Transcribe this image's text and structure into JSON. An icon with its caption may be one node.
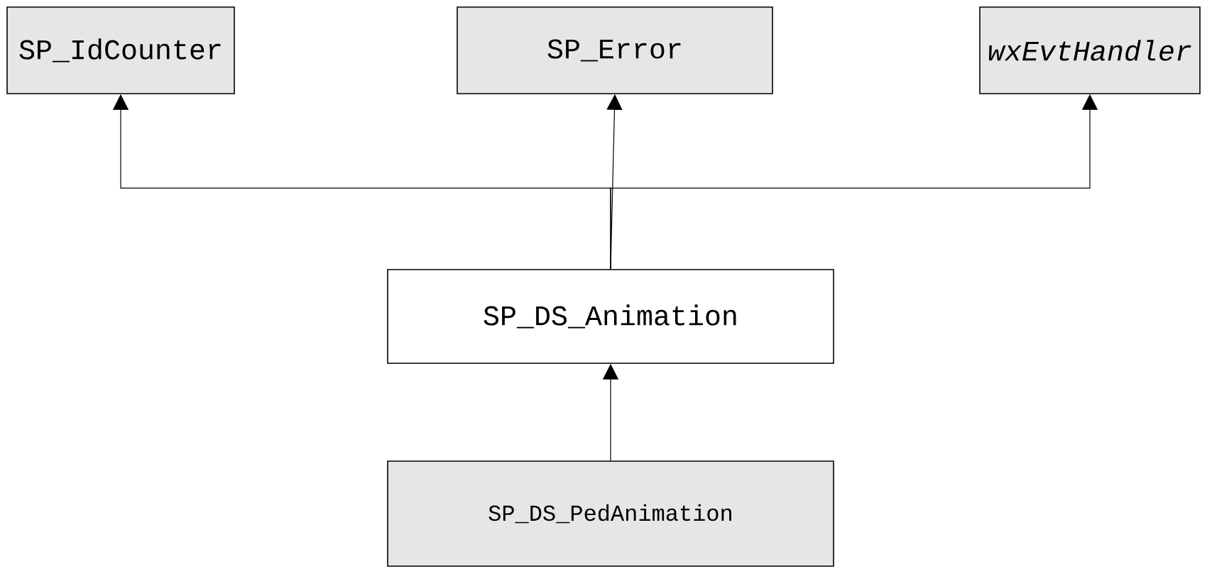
{
  "diagram": {
    "nodes": [
      {
        "text": [
          "SP_IdCounter"
        ]
      },
      {
        "text": [
          "SP_Error"
        ]
      },
      {
        "text": [
          "wxEvtHandler"
        ]
      },
      {
        "text": [
          "SP_DS_Animation"
        ]
      },
      {
        "text": [
          "SP_DS_PedAnimation"
        ]
      }
    ],
    "edges": [
      {
        "from": 3,
        "to": 0,
        "arrow": "to"
      },
      {
        "from": 3,
        "to": 1,
        "arrow": "to"
      },
      {
        "from": 3,
        "to": 2,
        "arrow": "to"
      },
      {
        "from": 4,
        "to": 3,
        "arrow": "to"
      }
    ]
  }
}
